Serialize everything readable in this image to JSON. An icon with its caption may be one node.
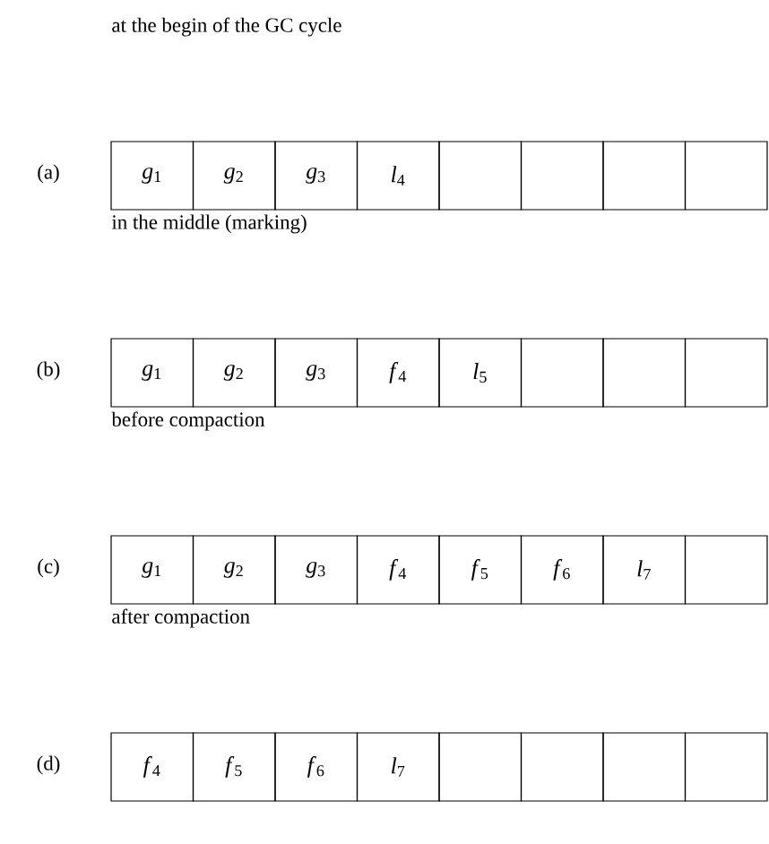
{
  "diagram": {
    "nodes": [
      {
        "text": [
          "*g*$_{1}$"
        ]
      },
      {
        "text": [
          "*g*$_{2}$"
        ]
      },
      {
        "text": [
          "*g*$_{3}$"
        ]
      },
      {
        "text": [
          "*l*$_{4}$"
        ]
      },
      {
        "text": [],
        "shape": "box"
      },
      {
        "text": [],
        "shape": "box"
      },
      {
        "text": [],
        "shape": "box"
      },
      {
        "text": [],
        "shape": "box"
      },
      {
        "text": [
          "*g*$_{1}$"
        ]
      },
      {
        "text": [
          "*g*$_{2}$"
        ]
      },
      {
        "text": [
          "*g*$_{3}$"
        ]
      },
      {
        "text": [
          "*f*$_{4}$"
        ]
      },
      {
        "text": [
          "*l*$_{5}$"
        ]
      },
      {
        "text": [],
        "shape": "box"
      },
      {
        "text": [],
        "shape": "box"
      },
      {
        "text": [],
        "shape": "box"
      },
      {
        "text": [
          "*g*$_{1}$"
        ]
      },
      {
        "text": [
          "*g*$_{2}$"
        ]
      },
      {
        "text": [
          "*g*$_{3}$"
        ]
      },
      {
        "text": [
          "*f*$_{4}$"
        ]
      },
      {
        "text": [
          "*f*$_{5}$"
        ]
      },
      {
        "text": [
          "*f*$_{6}$"
        ]
      },
      {
        "text": [
          "*l*$_{7}$"
        ]
      },
      {
        "text": [],
        "shape": "box"
      },
      {
        "text": [
          "*f*$_{4}$"
        ]
      },
      {
        "text": [
          "*f*$_{5}$"
        ]
      },
      {
        "text": [
          "*f*$_{6}$"
        ]
      },
      {
        "text": [
          "*l*$_{7}$"
        ]
      },
      {
        "text": [],
        "shape": "box"
      },
      {
        "text": [],
        "shape": "box"
      },
      {
        "text": [],
        "shape": "box"
      },
      {
        "text": [],
        "shape": "box"
      }
    ],
    "labels": [
      "at the begin of the GC cycle",
      "(a)",
      "in the middle (marking)",
      "(b)",
      "before compaction",
      "(c)",
      "after compaction",
      "(d)"
    ]
  }
}
